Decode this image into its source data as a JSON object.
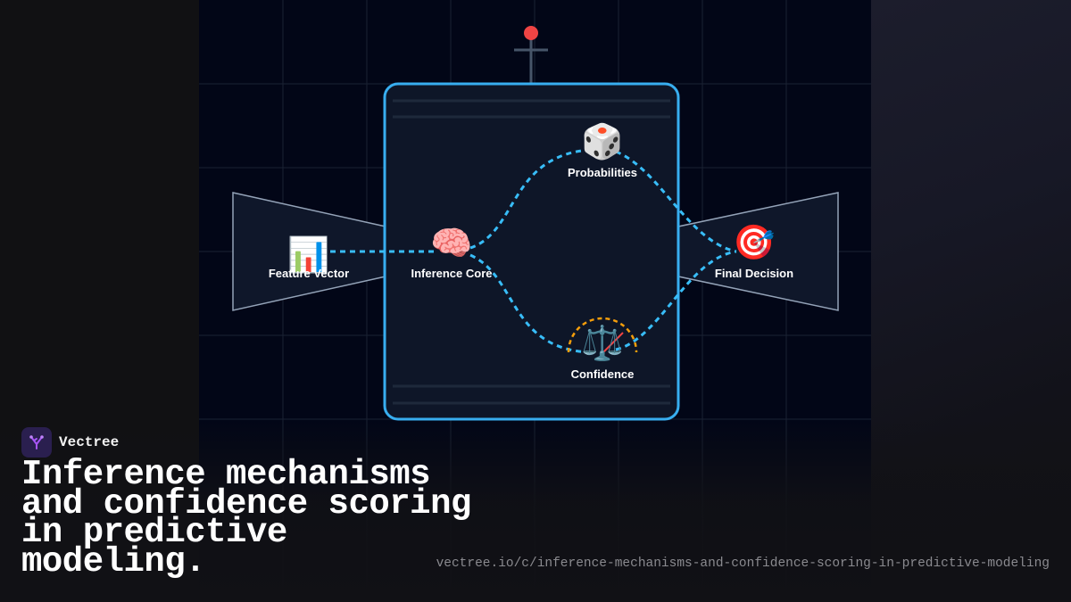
{
  "brand": {
    "name": "Vectree",
    "logo_icon": "branching-tree-icon",
    "logo_color": "#a855f7"
  },
  "headline": "Inference mechanisms and confidence scoring in predictive modeling.",
  "url": "vectree.io/c/inference-mechanisms-and-confidence-scoring-in-predictive-modeling",
  "diagram": {
    "nodes": [
      {
        "id": "feature",
        "label": "Feature Vector",
        "icon": "bar-chart-icon",
        "glyph": "📊"
      },
      {
        "id": "core",
        "label": "Inference Core",
        "icon": "brain-icon",
        "glyph": "🧠"
      },
      {
        "id": "prob",
        "label": "Probabilities",
        "icon": "dice-icon",
        "glyph": "🎲"
      },
      {
        "id": "conf",
        "label": "Confidence",
        "icon": "balance-scale-icon",
        "glyph": "⚖️"
      },
      {
        "id": "decision",
        "label": "Final Decision",
        "icon": "target-icon",
        "glyph": "🎯"
      }
    ],
    "colors": {
      "canvas": "#020617",
      "grid": "#1a2233",
      "frame_stroke": "#38aef0",
      "frame_fill": "#0e1628",
      "wing_fill": "#0f172a",
      "wing_stroke": "#94a3b8",
      "connector": "#38bdf8",
      "antenna_tip": "#ef4444",
      "antenna_stem": "#475569",
      "confidence_arc": "#f59e0b"
    }
  }
}
